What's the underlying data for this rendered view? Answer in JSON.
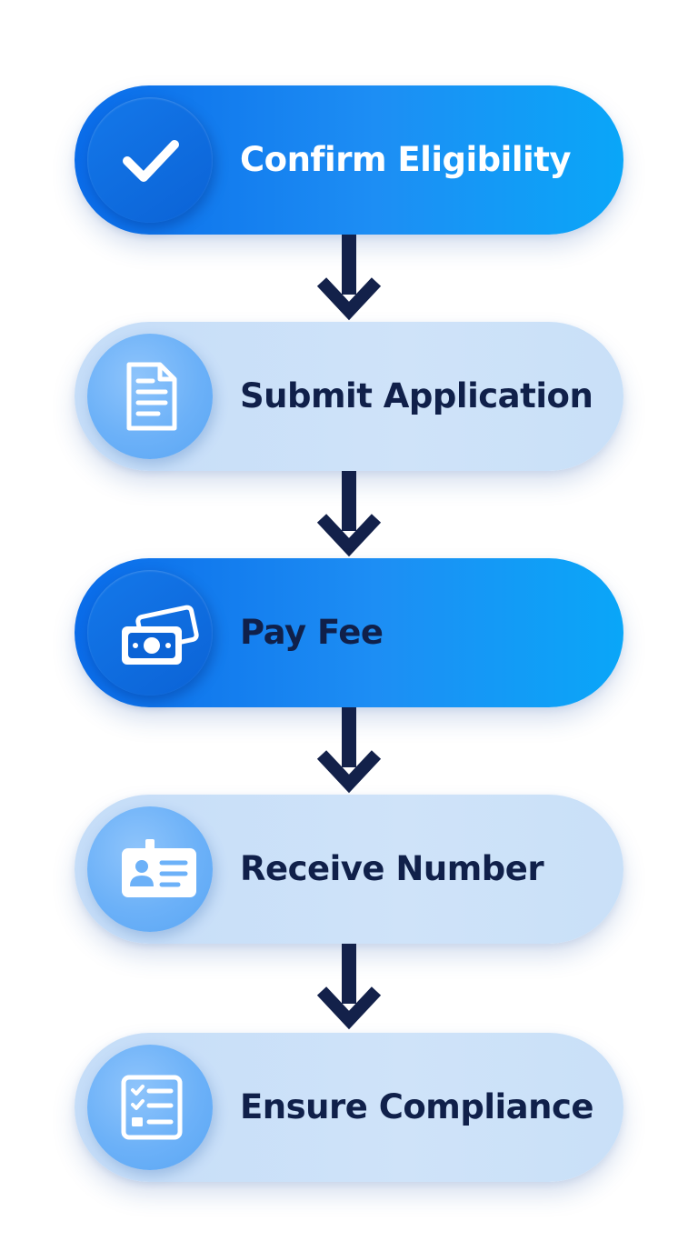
{
  "steps": [
    {
      "label": "Confirm Eligibility",
      "icon": "checkmark-icon",
      "style": "primary"
    },
    {
      "label": "Submit Application",
      "icon": "document-icon",
      "style": "secondary"
    },
    {
      "label": "Pay Fee",
      "icon": "money-bills-icon",
      "style": "primary"
    },
    {
      "label": "Receive Number",
      "icon": "id-card-icon",
      "style": "secondary"
    },
    {
      "label": "Ensure Compliance",
      "icon": "checklist-icon",
      "style": "secondary"
    }
  ],
  "colors": {
    "primary_start": "#0a6ce9",
    "primary_end": "#0aa6f8",
    "secondary": "#cfe3f9",
    "arrow": "#13214a",
    "dark_text": "#10204a",
    "light_text": "#ffffff"
  }
}
